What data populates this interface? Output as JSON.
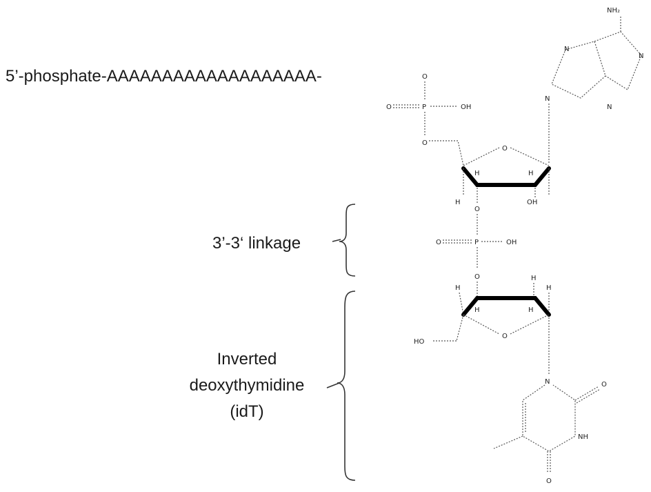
{
  "labels": {
    "strand": "5’-phosphate-AAAAAAAAAAAAAAAAAAA-",
    "linkage": "3’-3‘ linkage",
    "idt_line1": "Inverted",
    "idt_line2": "deoxythymidine",
    "idt_line3": "(idT)"
  },
  "atoms": {
    "nh2": "NH₂",
    "n": "N",
    "nh": "NH",
    "o": "O",
    "oh": "OH",
    "ho": "HO",
    "p": "P",
    "h": "H"
  }
}
